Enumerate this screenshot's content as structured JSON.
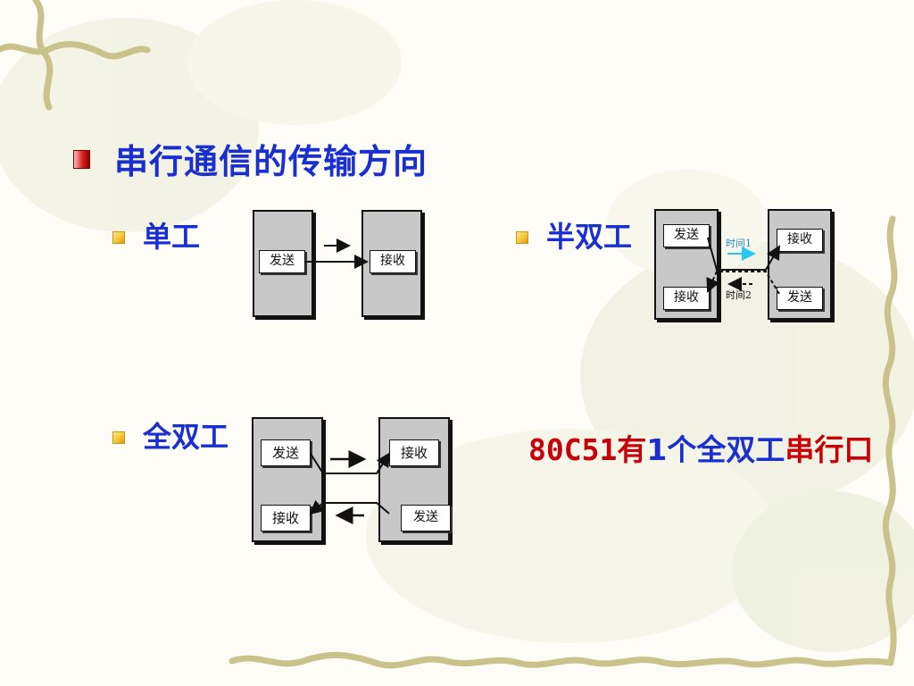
{
  "slide": {
    "title": "串行通信的传输方向"
  },
  "simplex": {
    "label": "单工",
    "send_label": "发送",
    "recv_label": "接收"
  },
  "half_duplex": {
    "label": "半双工",
    "send_label": "发送",
    "recv_label": "接收",
    "recv_label_2": "接收",
    "send_label_2": "发送",
    "time1": "时间1",
    "time2": "时间2"
  },
  "full_duplex": {
    "label": "全双工",
    "send_label": "发送",
    "recv_label": "接收",
    "recv_label_2": "接收",
    "send_label_2": "发送"
  },
  "note": {
    "part1": "80C51",
    "part2": "有",
    "part3": "1",
    "part4": "个全双工",
    "part5": "串行口"
  },
  "colors": {
    "title": "#1a2fd0",
    "note_red": "#c8000a",
    "time_arrow": "#28c8f0"
  }
}
